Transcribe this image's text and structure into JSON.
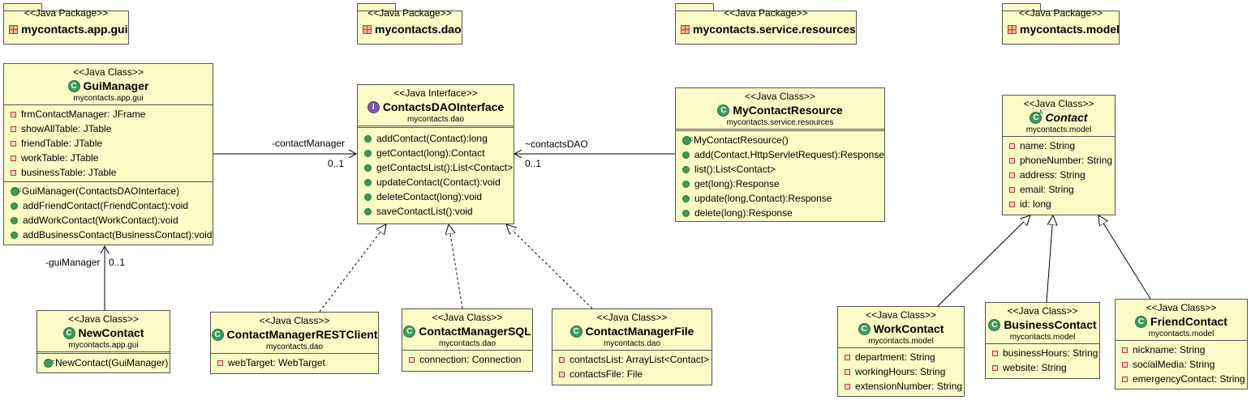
{
  "packages": [
    {
      "id": "pkg-gui",
      "stereotype": "<<Java Package>>",
      "name": "mycontacts.app.gui"
    },
    {
      "id": "pkg-dao",
      "stereotype": "<<Java Package>>",
      "name": "mycontacts.dao"
    },
    {
      "id": "pkg-service",
      "stereotype": "<<Java Package>>",
      "name": "mycontacts.service.resources"
    },
    {
      "id": "pkg-model",
      "stereotype": "<<Java Package>>",
      "name": "mycontacts.model"
    }
  ],
  "classes": {
    "gui_manager": {
      "stereotype": "<<Java Class>>",
      "name": "GuiManager",
      "package": "mycontacts.app.gui",
      "fields": [
        "frmContactManager: JFrame",
        "showAllTable: JTable",
        "friendTable: JTable",
        "workTable: JTable",
        "businessTable: JTable"
      ],
      "constructor": "GuiManager(ContactsDAOInterface)",
      "methods": [
        "addFriendContact(FriendContact):void",
        "addWorkContact(WorkContact):void",
        "addBusinessContact(BusinessContact):void"
      ]
    },
    "contacts_dao_interface": {
      "stereotype": "<<Java Interface>>",
      "name": "ContactsDAOInterface",
      "package": "mycontacts.dao",
      "methods": [
        "addContact(Contact):long",
        "getContact(long):Contact",
        "getContactsList():List<Contact>",
        "updateContact(Contact):void",
        "deleteContact(long):void",
        "saveContactList():void"
      ]
    },
    "my_contact_resource": {
      "stereotype": "<<Java Class>>",
      "name": "MyContactResource",
      "package": "mycontacts.service.resources",
      "constructor": "MyContactResource()",
      "methods": [
        "add(Contact,HttpServletRequest):Response",
        "list():List<Contact>",
        "get(long):Response",
        "update(long,Contact):Response",
        "delete(long):Response"
      ]
    },
    "contact": {
      "stereotype": "<<Java Class>>",
      "name": "Contact",
      "package": "mycontacts.model",
      "fields": [
        "name: String",
        "phoneNumber: String",
        "address: String",
        "email: String",
        "id: long"
      ]
    },
    "new_contact": {
      "stereotype": "<<Java Class>>",
      "name": "NewContact",
      "package": "mycontacts.app.gui",
      "constructor": "NewContact(GuiManager)"
    },
    "rest_client": {
      "stereotype": "<<Java Class>>",
      "name": "ContactManagerRESTClient",
      "package": "mycontacts.dao",
      "fields": [
        "webTarget: WebTarget"
      ]
    },
    "manager_sql": {
      "stereotype": "<<Java Class>>",
      "name": "ContactManagerSQL",
      "package": "mycontacts.dao",
      "fields": [
        "connection: Connection"
      ]
    },
    "manager_file": {
      "stereotype": "<<Java Class>>",
      "name": "ContactManagerFile",
      "package": "mycontacts.dao",
      "fields": [
        "contactsList: ArrayList<Contact>",
        "contactsFile: File"
      ]
    },
    "work_contact": {
      "stereotype": "<<Java Class>>",
      "name": "WorkContact",
      "package": "mycontacts.model",
      "fields": [
        "department: String",
        "workingHours: String",
        "extensionNumber: String"
      ]
    },
    "business_contact": {
      "stereotype": "<<Java Class>>",
      "name": "BusinessContact",
      "package": "mycontacts.model",
      "fields": [
        "businessHours: String",
        "website: String"
      ]
    },
    "friend_contact": {
      "stereotype": "<<Java Class>>",
      "name": "FriendContact",
      "package": "mycontacts.model",
      "fields": [
        "nickname: String",
        "socialMedia: String",
        "emergencyContact: String"
      ]
    }
  },
  "associations": {
    "contact_manager": {
      "role": "-contactManager",
      "multiplicity": "0..1"
    },
    "contacts_dao": {
      "role": "~contactsDAO",
      "multiplicity": "0..1"
    },
    "gui_manager": {
      "role": "-guiManager",
      "multiplicity": "0..1"
    }
  },
  "colors": {
    "box_fill": "#fbfbc7",
    "border": "#555555",
    "class_icon": "#3d9b5a",
    "interface_icon": "#7a5aa6",
    "private_marker": "#c0392b"
  }
}
